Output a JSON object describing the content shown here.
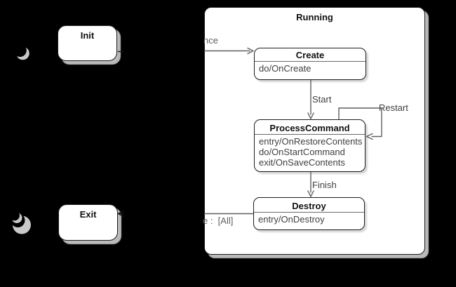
{
  "colors": {
    "background": "#000000",
    "state_fill": "#ffffff",
    "state_border": "#1c1c1c",
    "connector": "#5f5f5f",
    "connector_dark": "#161616",
    "box_shadow": "#b9b9b9",
    "marker_shadow": "#c9c9c9"
  },
  "diagram": {
    "composite": {
      "label": "Running"
    },
    "outer_states": {
      "init": {
        "label": "Init"
      },
      "exit": {
        "label": "Exit"
      }
    },
    "inner_states": {
      "create": {
        "label": "Create",
        "activities": [
          "do/OnCreate"
        ]
      },
      "process_command": {
        "label": "ProcessCommand",
        "activities": [
          "entry/OnRestoreContents",
          "do/OnStartCommand",
          "exit/OnSaveContents"
        ]
      },
      "destroy": {
        "label": "Destroy",
        "activities": [
          "entry/OnDestroy"
        ]
      }
    },
    "transitions": {
      "init_to_create": {
        "visible_label": "nce"
      },
      "create_to_process": {
        "label": "Start"
      },
      "process_self_loop": {
        "label": "Restart"
      },
      "process_to_destroy": {
        "label": "Finish"
      },
      "destroy_to_exit": {
        "visible_label": "e :  [All]"
      }
    },
    "icons": {
      "initial_marker": "initial-state-shadow-icon",
      "final_marker": "final-state-shadow-icon"
    }
  }
}
